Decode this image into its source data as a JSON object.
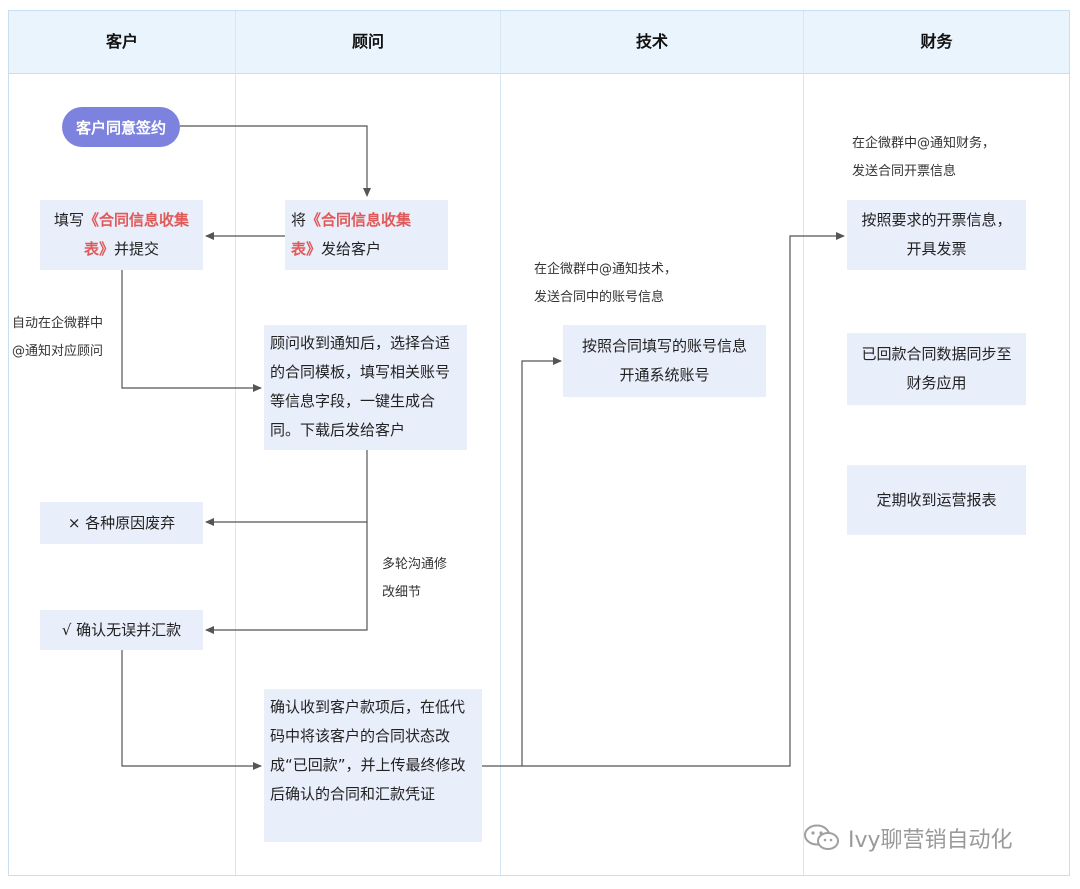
{
  "lanes": [
    "客户",
    "顾问",
    "技术",
    "财务"
  ],
  "nodes": {
    "start": "客户同意签约",
    "fill_form_pre": "填写",
    "fill_form_hl_1": "《合同信息收集",
    "fill_form_hl_2": "表》",
    "fill_form_post": "并提交",
    "send_form_pre": "将",
    "send_form_hl_1": "《合同信息收集",
    "send_form_hl_2": "表》",
    "send_form_post": "发给客户",
    "gen_contract": "顾问收到通知后，选择合适的合同模板，填写相关账号等信息字段，一键生成合同。下载后发给客户",
    "abandon": "×  各种原因废弃",
    "confirm_pay": "√  确认无误并汇款",
    "confirm_receipt": "确认收到客户款项后，在低代码中将该客户的合同状态改成“已回款”，并上传最终修改后确认的合同和汇款凭证",
    "open_account_1": "按照合同填写的账号信息",
    "open_account_2": "开通系统账号",
    "invoice_1": "按照要求的开票信息，",
    "invoice_2": "开具发票",
    "sync_finance_1": "已回款合同数据同步至",
    "sync_finance_2": "财务应用",
    "report": "定期收到运营报表"
  },
  "notes": {
    "auto_notify_1": "自动在企微群中",
    "auto_notify_2": "@通知对应顾问",
    "multi_round_1": "多轮沟通修",
    "multi_round_2": "改细节",
    "tech_notify_1": "在企微群中@通知技术，",
    "tech_notify_2": "发送合同中的账号信息",
    "finance_notify_1": "在企微群中@通知财务，",
    "finance_notify_2": "发送合同开票信息"
  },
  "watermark": "Ivy聊营销自动化",
  "colors": {
    "header_bg": "#eaf4fc",
    "node_bg": "#e9eefb",
    "start_pill": "#7c82de",
    "highlight": "#e05a5a",
    "edge": "#555555"
  }
}
